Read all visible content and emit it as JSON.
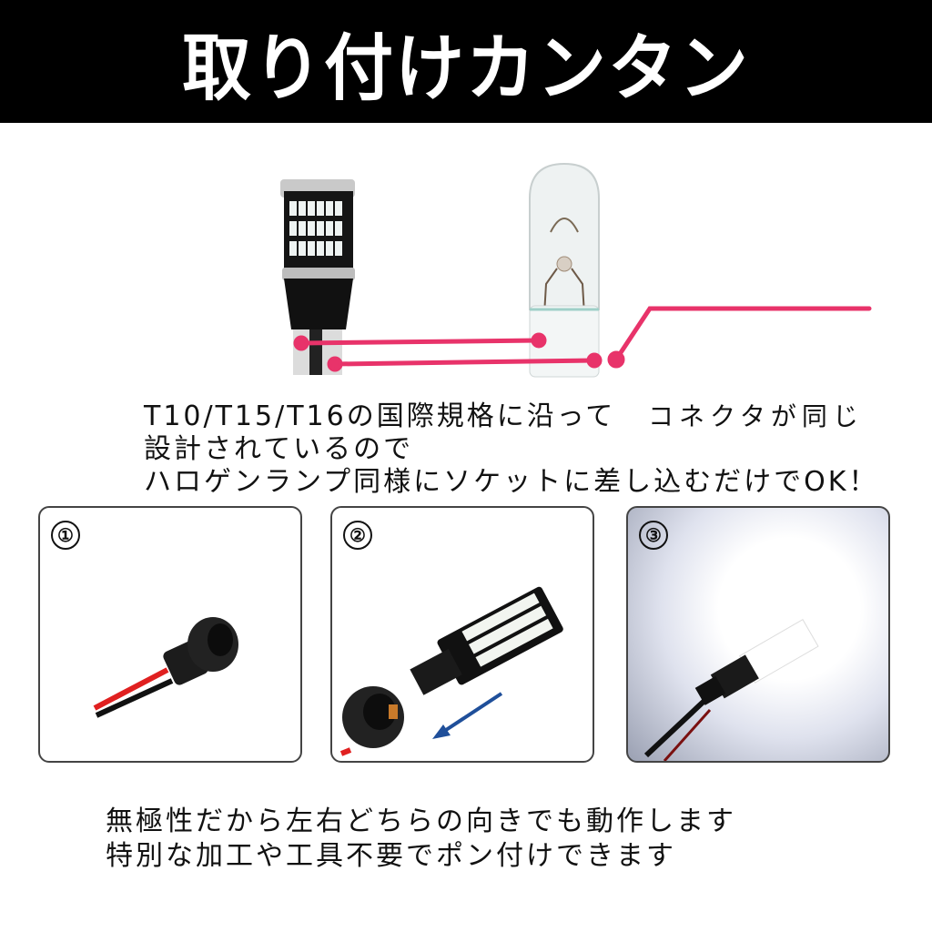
{
  "header": {
    "title": "取り付けカンタン",
    "background": "#000000",
    "text_color": "#ffffff"
  },
  "diagram": {
    "left_image": "led-t10-bulb",
    "right_image": "halogen-wedge-bulb",
    "callout_label": "コネクタが同じ",
    "line_color": "#e8336a"
  },
  "description": {
    "lines": [
      "T10/T15/T16の国際規格に沿って",
      "設計されているので",
      "ハロゲンランプ同様にソケットに差し込むだけでOK！"
    ]
  },
  "steps": [
    {
      "number": "①",
      "image": "socket-with-wires"
    },
    {
      "number": "②",
      "image": "insert-led-into-socket",
      "arrow_color": "#1f4f9a"
    },
    {
      "number": "③",
      "image": "led-lit-bright"
    }
  ],
  "footer": {
    "lines": [
      "無極性だから左右どちらの向きでも動作します",
      "特別な加工や工具不要でポン付けできます"
    ]
  }
}
